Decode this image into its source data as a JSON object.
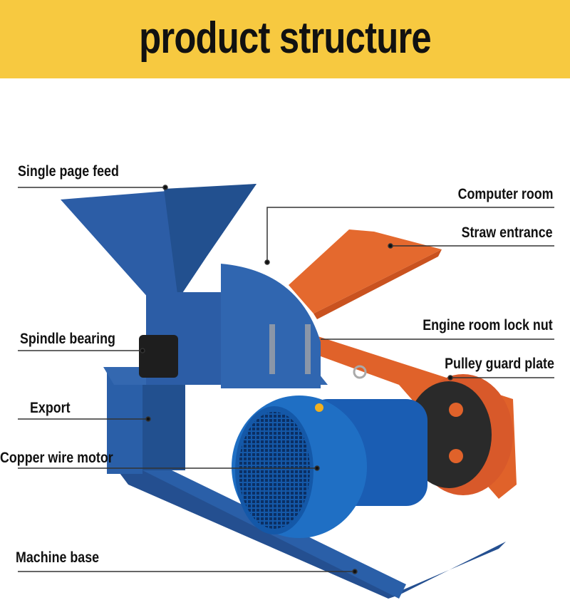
{
  "header": {
    "title": "product structure"
  },
  "labels": {
    "single_page_feed": "Single page feed",
    "computer_room": "Computer room",
    "straw_entrance": "Straw entrance",
    "engine_room_lock_nut": "Engine room lock nut",
    "spindle_bearing": "Spindle bearing",
    "pulley_guard_plate": "Pulley guard plate",
    "export": "Export",
    "copper_wire_motor": "Copper wire motor",
    "machine_base": "Machine base"
  },
  "colors": {
    "banner": "#f7c940",
    "machine_blue": "#2a5fa8",
    "motor_blue": "#1f6fc4",
    "orange": "#e0622a"
  }
}
